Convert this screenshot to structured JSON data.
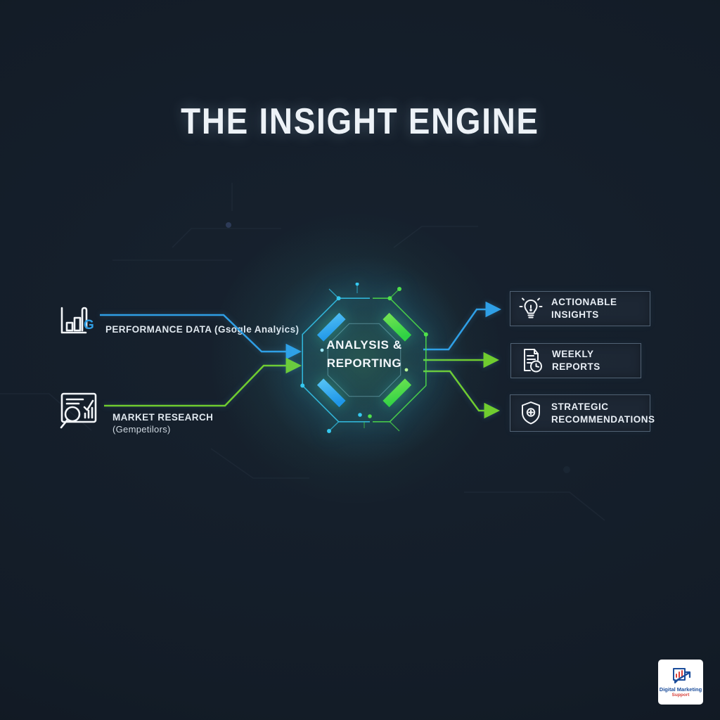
{
  "title": "THE INSIGHT ENGINE",
  "inputs": [
    {
      "label": "PERFORMANCE DATA (Gsogle Analyics)",
      "badge": "G",
      "icon": "bar-chart-icon",
      "line_color": "#2f9fe6"
    },
    {
      "label": "MARKET RESEARCH",
      "sublabel": "(Gempetilors)",
      "icon": "market-research-icon",
      "line_color": "#70cc2f"
    }
  ],
  "hub": {
    "label_line1": "ANALYSIS &",
    "label_line2": "REPORTING",
    "blue": "#2fc5f2",
    "green": "#55e03c"
  },
  "outputs": [
    {
      "label": "ACTIONABLE INSIGHTS",
      "icon": "lightbulb-icon",
      "arrow_color": "#2f9fe6"
    },
    {
      "label": "WEEKLY REPORTS",
      "icon": "report-clock-icon",
      "arrow_color": "#70cc2f"
    },
    {
      "label": "STRATEGIC",
      "label2": "RECOMMENDATIONS",
      "icon": "shield-icon",
      "arrow_color": "#70cc2f"
    }
  ],
  "logo": {
    "title": "Digital Marketing",
    "subtitle": "Support",
    "title_color": "#1b4d9b",
    "subtitle_color": "#d8403a"
  },
  "palette": {
    "background": "#121a25",
    "arrow_blue": "#2f9fe6",
    "arrow_green": "#70cc2f",
    "hub_cyan": "#2fc5f2",
    "hub_green": "#55e03c",
    "text": "#e9eff6"
  }
}
